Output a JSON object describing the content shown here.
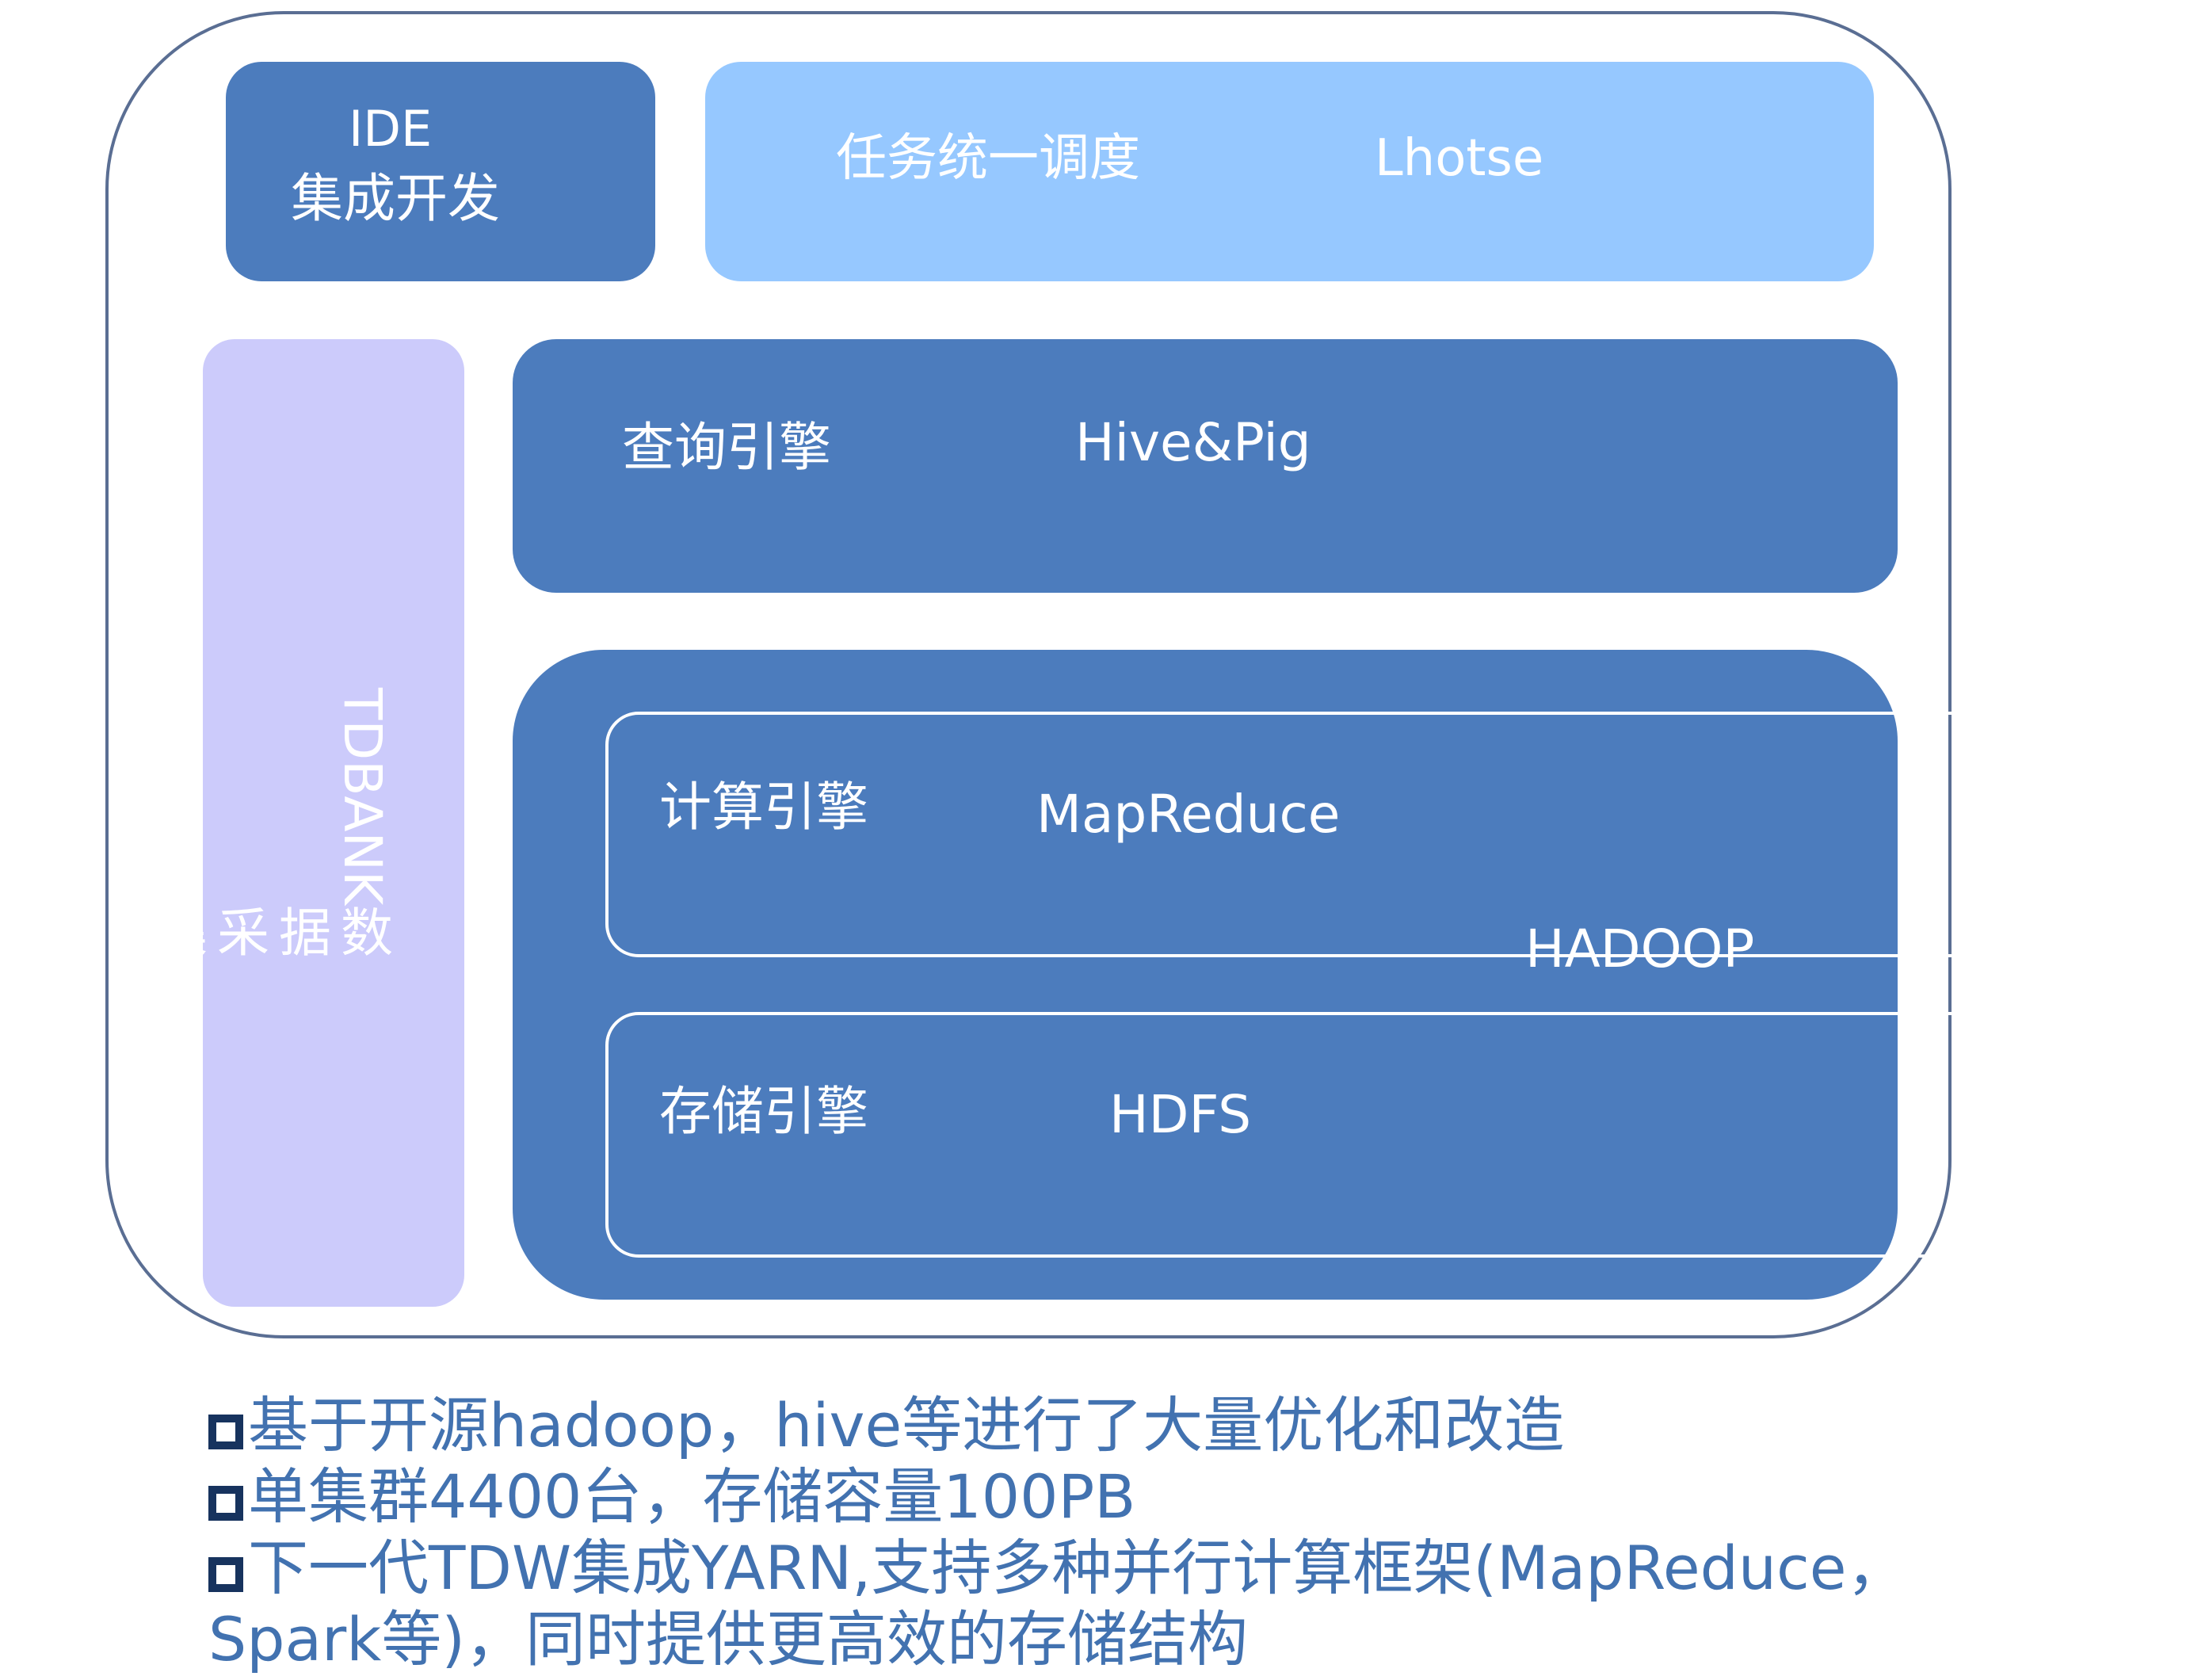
{
  "ide": {
    "title": "IDE",
    "subtitle": "集成开发"
  },
  "scheduler": {
    "label": "任务统一调度",
    "name": "Lhotse"
  },
  "collector": {
    "name": "TDBANK",
    "label": "数据采集"
  },
  "query": {
    "label": "查询引擎",
    "name": "Hive&Pig"
  },
  "hadoop": {
    "name": "HADOOP",
    "compute": {
      "label": "计算引擎",
      "name": "MapReduce"
    },
    "storage": {
      "label": "存储引擎",
      "name": "HDFS"
    }
  },
  "bullets": [
    "基于开源hadoop，hive等进行了大量优化和改造",
    "单集群4400台，存储容量100PB",
    "下一代TDW集成YARN,支持多种并行计算框架(MapReduce，",
    "Spark等)，同时提供更高效的存储结构"
  ],
  "colors": {
    "dark_blue": "#4c7cbd",
    "light_blue": "#96c8ff",
    "lavender": "#cccbfb",
    "text_blue": "#4272b0",
    "frame": "#5a6e93"
  }
}
